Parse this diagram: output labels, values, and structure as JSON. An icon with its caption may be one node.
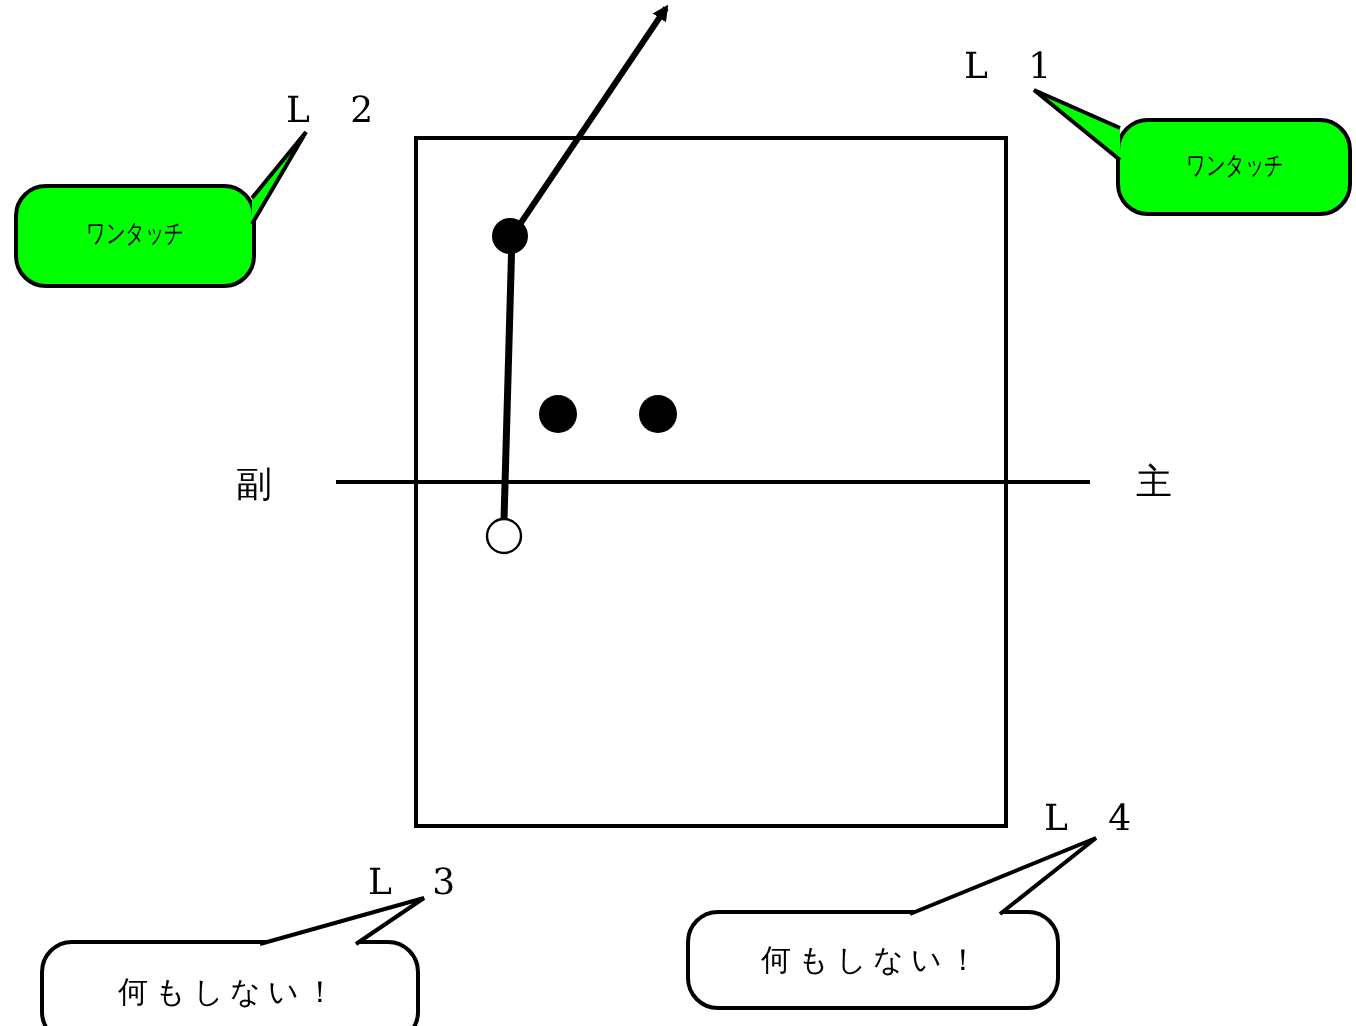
{
  "diagram": {
    "nodes": [
      {
        "text": [
          "ワンタッチ"
        ]
      },
      {
        "text": [
          "ワンタッチ"
        ]
      },
      {
        "text": [
          "何もしない！"
        ]
      },
      {
        "text": [
          "何もしない！"
        ]
      }
    ],
    "labels": [
      "L 1",
      "L 2",
      "副",
      "主",
      "L 4",
      "L 3"
    ]
  }
}
